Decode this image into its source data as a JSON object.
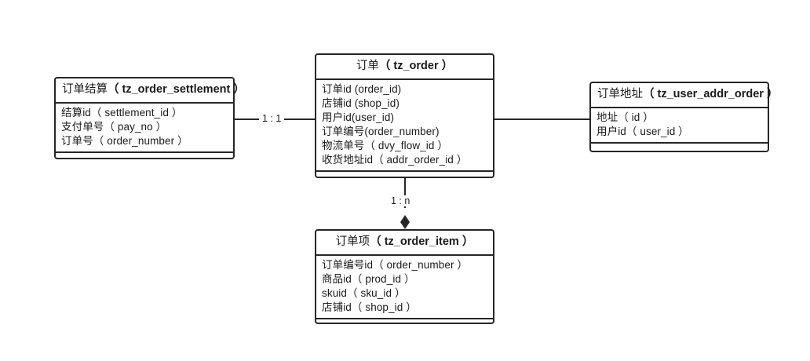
{
  "diagram": {
    "title": "order-er-diagram",
    "line_color": "#262626",
    "text_color": "#1a1a1a",
    "background": "#ffffff"
  },
  "entities": [
    {
      "key": "order_settlement",
      "name": "订单结算",
      "table": "（ tz_order_settlement ）",
      "title": "订单结算（ tz_order_settlement ）",
      "fields": [
        "结算id（ settlement_id ）",
        "支付单号（ pay_no ）",
        "订单号（ order_number ）"
      ]
    },
    {
      "key": "order",
      "name": "订单",
      "table": "（ tz_order ）",
      "title": "订单（ tz_order ）",
      "fields": [
        "订单id (order_id)",
        "店铺id (shop_id)",
        "用户id(user_id)",
        "订单编号(order_number)",
        "物流单号（ dvy_flow_id ）",
        "收货地址id（ addr_order_id ）"
      ]
    },
    {
      "key": "user_addr_order",
      "name": "订单地址",
      "table": "（ tz_user_addr_order ）",
      "title": "订单地址（ tz_user_addr_order ）",
      "fields": [
        "地址（ id ）",
        "用户id（ user_id ）"
      ]
    },
    {
      "key": "order_item",
      "name": "订单项",
      "table": "（ tz_order_item ）",
      "title": "订单项（ tz_order_item ）",
      "fields": [
        "订单编号id（ order_number ）",
        "商品id（ prod_id ）",
        "skuid（ sku_id ）",
        "店铺id（ shop_id ）"
      ]
    }
  ],
  "relations": [
    {
      "key": "settlement-order",
      "label": "1 : 1",
      "from": "order_settlement",
      "to": "order"
    },
    {
      "key": "order-item",
      "label": "1 : n",
      "from": "order",
      "to": "order_item"
    },
    {
      "key": "order-address",
      "label": "",
      "from": "order",
      "to": "user_addr_order"
    }
  ]
}
